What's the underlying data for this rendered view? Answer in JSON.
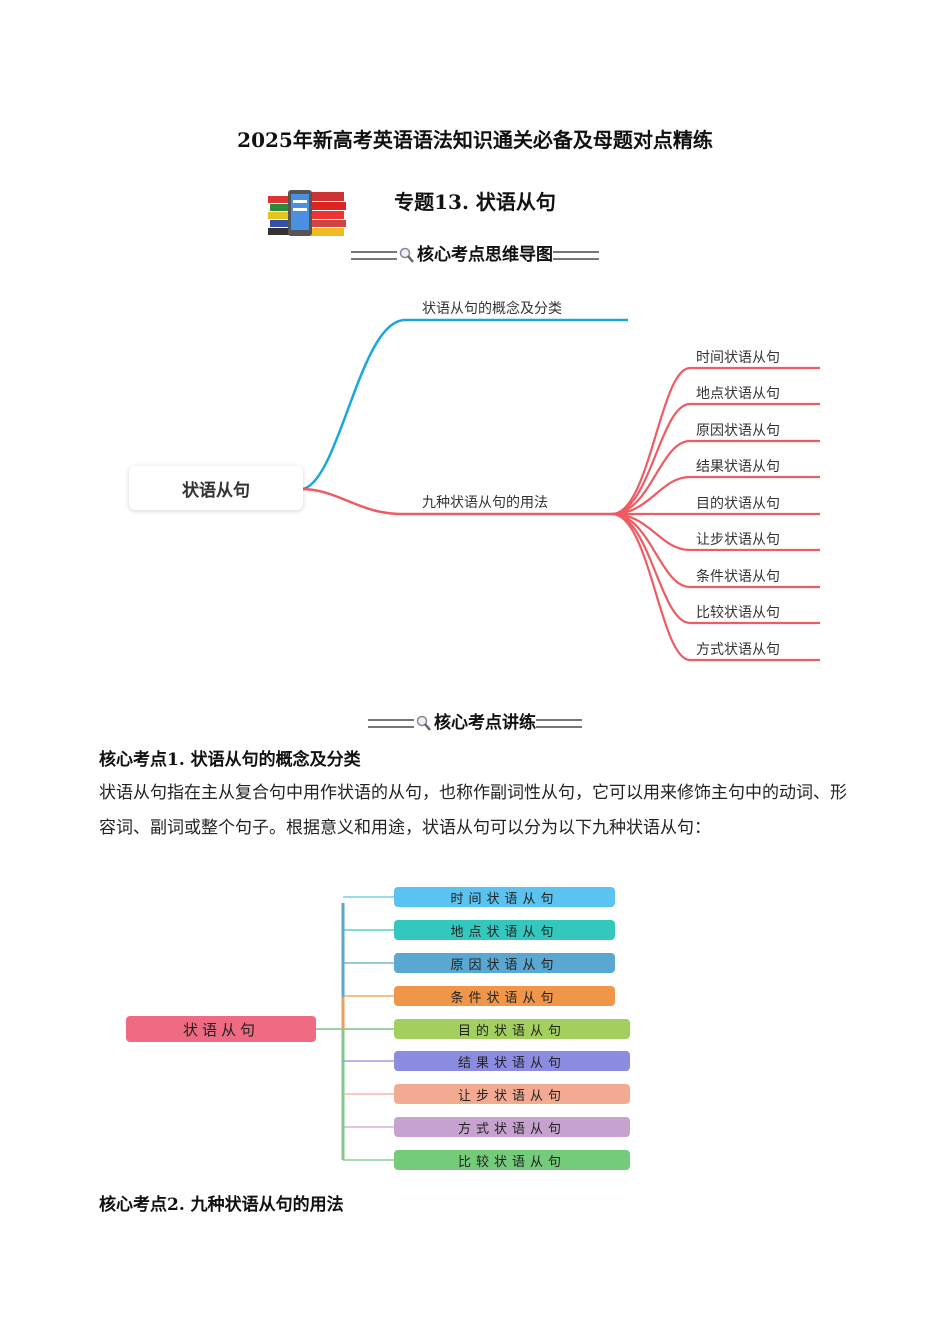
{
  "document": {
    "title": "2025年新高考英语语法知识通关必备及母题对点精练",
    "topic_title": "专题13. 状语从句",
    "illustration": "books-icon"
  },
  "section_mindmap": {
    "heading": "核心考点思维导图",
    "icon": "magnifier-icon",
    "mindmap": {
      "root": "状语从句",
      "branches": [
        {
          "label": "状语从句的概念及分类",
          "color": "#1ba7dc",
          "children": []
        },
        {
          "label": "九种状语从句的用法",
          "color": "#ee5b62",
          "children": [
            "时间状语从句",
            "地点状语从句",
            "原因状语从句",
            "结果状语从句",
            "目的状语从句",
            "让步状语从句",
            "条件状语从句",
            "比较状语从句",
            "方式状语从句"
          ]
        }
      ]
    }
  },
  "section_lecture": {
    "heading": "核心考点讲练",
    "icon": "magnifier-icon",
    "point1": {
      "title": "核心考点1. 状语从句的概念及分类",
      "body": "状语从句指在主从复合句中用作状语的从句，也称作副词性从句，它可以用来修饰主句中的动词、形容词、副词或整个句子。根据意义和用途，状语从句可以分为以下九种状语从句："
    },
    "diagram2": {
      "root": "状语从句",
      "root_color": "#ef6a83",
      "nodes": [
        {
          "label": "时间状语从句",
          "color": "#5bc3f0"
        },
        {
          "label": "地点状语从句",
          "color": "#34c7bd"
        },
        {
          "label": "原因状语从句",
          "color": "#5aa7d1"
        },
        {
          "label": "条件状语从句",
          "color": "#f0964a"
        },
        {
          "label": "目的状语从句",
          "color": "#a2cf5e"
        },
        {
          "label": "结果状语从句",
          "color": "#8b8be0"
        },
        {
          "label": "让步状语从句",
          "color": "#f2ab92"
        },
        {
          "label": "方式状语从句",
          "color": "#c6a3cf"
        },
        {
          "label": "比较状语从句",
          "color": "#74cb79"
        }
      ]
    },
    "point2": {
      "title": "核心考点2. 九种状语从句的用法"
    }
  }
}
